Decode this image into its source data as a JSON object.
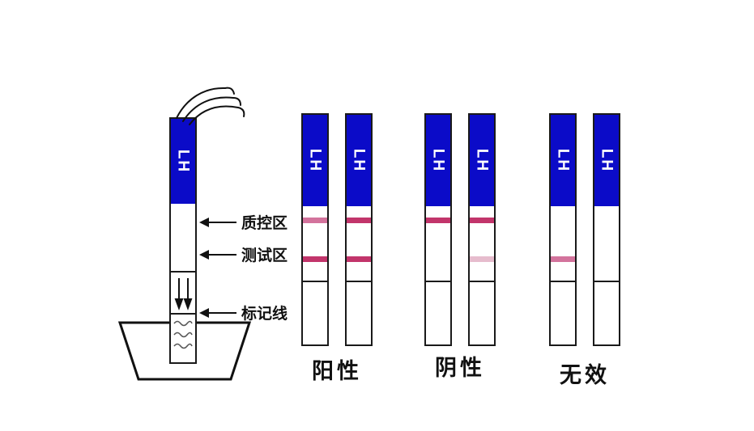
{
  "strip_label": "LH",
  "demo": {
    "callouts": [
      {
        "id": "control-zone",
        "label": "质控区"
      },
      {
        "id": "test-zone",
        "label": "测试区"
      },
      {
        "id": "mark-line",
        "label": "标记线"
      }
    ]
  },
  "result_groups": [
    {
      "id": "positive",
      "label": "阳性",
      "strips": [
        {
          "control_line": "medium",
          "test_line": "strong"
        },
        {
          "control_line": "strong",
          "test_line": "strong"
        }
      ]
    },
    {
      "id": "negative",
      "label": "阴性",
      "strips": [
        {
          "control_line": "strong",
          "test_line": "none"
        },
        {
          "control_line": "strong",
          "test_line": "faint"
        }
      ]
    },
    {
      "id": "invalid",
      "label": "无效",
      "strips": [
        {
          "control_line": "none",
          "test_line": "medium"
        },
        {
          "control_line": "none",
          "test_line": "none"
        }
      ]
    }
  ],
  "colors": {
    "strip_blue": "#0b0bc8",
    "line_strong": "#c2356b",
    "line_medium": "#d3739c",
    "line_faint": "#e6bccd",
    "outline": "#1a1a1a"
  }
}
